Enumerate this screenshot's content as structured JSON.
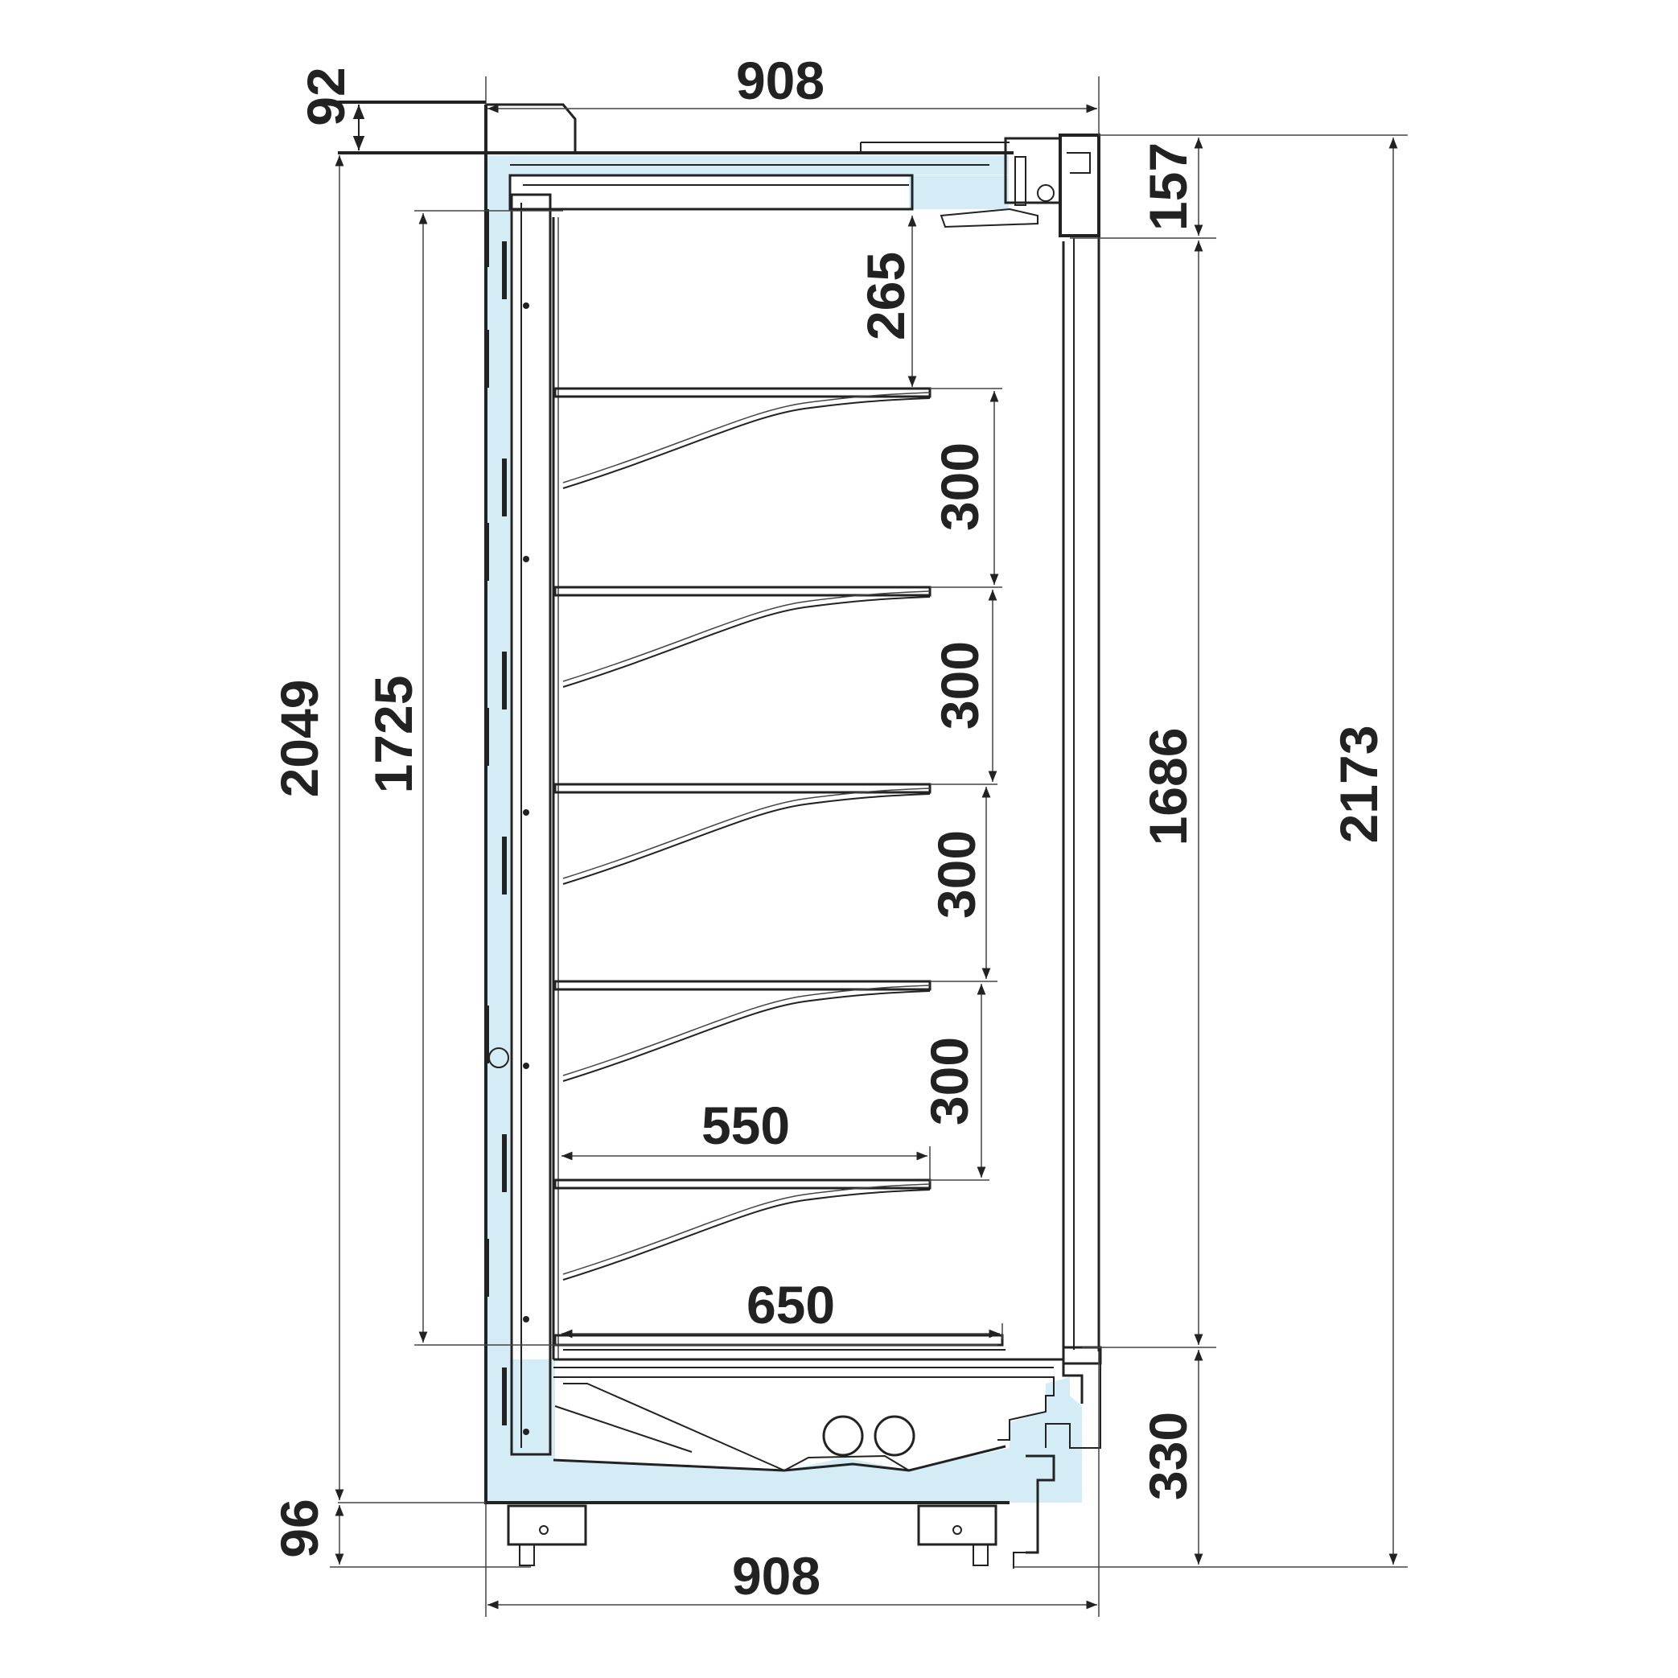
{
  "colors": {
    "insulation": "#d4ecf6",
    "line": "#222222",
    "background": "#ffffff"
  },
  "dimensions": {
    "top_width": "908",
    "bottom_width": "908",
    "top_canopy_height": "92",
    "total_height_left": "2049",
    "inner_height": "1725",
    "top_shelf_gap": "265",
    "shelf_gap_1": "300",
    "shelf_gap_2": "300",
    "shelf_gap_3": "300",
    "shelf_gap_4": "300",
    "shelf_depth": "550",
    "base_deck_depth": "650",
    "top_right_height": "157",
    "opening_height": "1686",
    "base_height": "330",
    "total_height_right": "2173",
    "foot_height": "96"
  }
}
